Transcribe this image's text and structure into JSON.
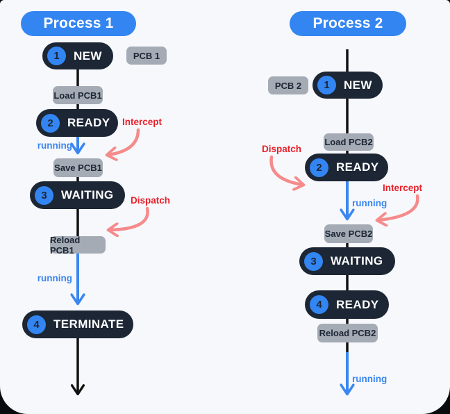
{
  "colors": {
    "canvas": "#f7f8fc",
    "accent_blue": "#3385f2",
    "dark_navy": "#1c2634",
    "badge_gray": "#a4abb5",
    "red_label": "#e8202a",
    "pink_arrow": "#f58b8b",
    "blue_arrow": "#3b86f0",
    "black_line": "#111111"
  },
  "process1": {
    "title": "Process 1",
    "pcb_label": "PCB 1",
    "states": [
      {
        "num": "1",
        "label": "NEW"
      },
      {
        "num": "2",
        "label": "READY"
      },
      {
        "num": "3",
        "label": "WAITING"
      },
      {
        "num": "4",
        "label": "TERMINATE"
      }
    ],
    "actions": {
      "load": "Load PCB1",
      "save": "Save PCB1",
      "reload": "Reload PCB1"
    },
    "labels": {
      "intercept": "Intercept",
      "dispatch": "Dispatch",
      "running_a": "running",
      "running_b": "running"
    }
  },
  "process2": {
    "title": "Process 2",
    "pcb_label": "PCB 2",
    "states": [
      {
        "num": "1",
        "label": "NEW"
      },
      {
        "num": "2",
        "label": "READY"
      },
      {
        "num": "3",
        "label": "WAITING"
      },
      {
        "num": "4",
        "label": "READY"
      }
    ],
    "actions": {
      "load": "Load PCB2",
      "save": "Save PCB2",
      "reload": "Reload PCB2"
    },
    "labels": {
      "dispatch": "Dispatch",
      "intercept": "Intercept",
      "running_a": "running",
      "running_b": "running"
    }
  }
}
